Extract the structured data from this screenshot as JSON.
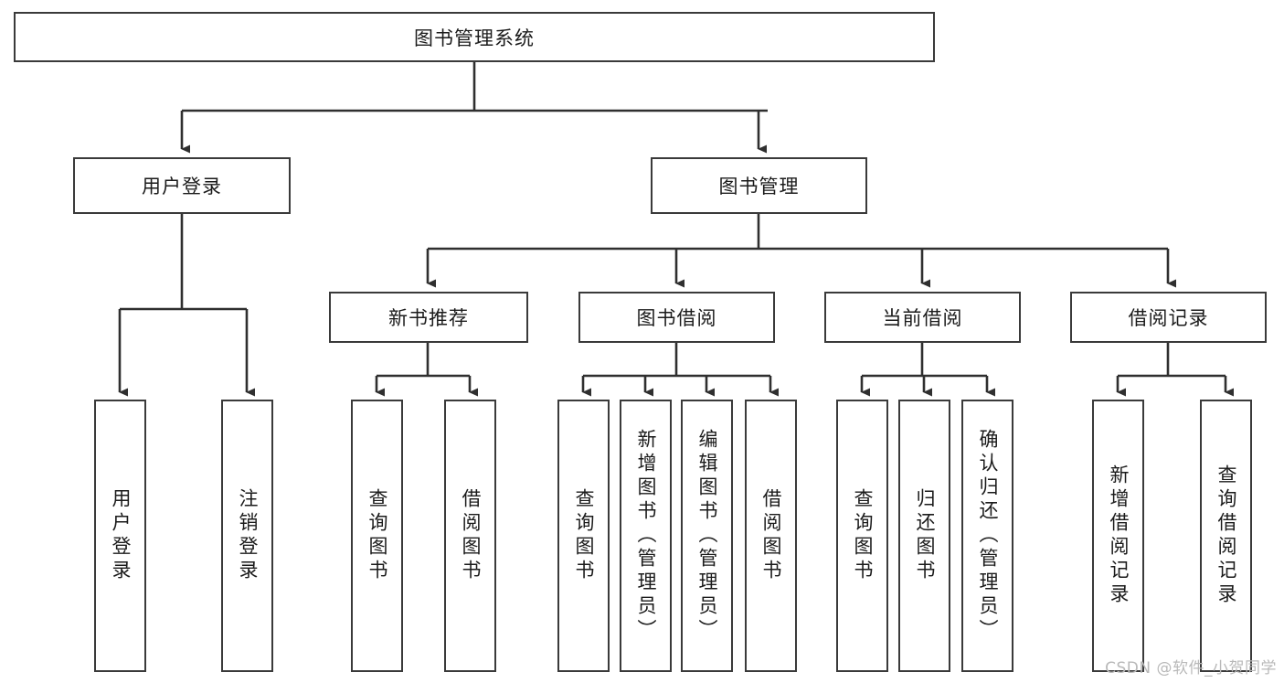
{
  "diagram": {
    "title": "图书管理系统",
    "type": "hierarchy-tree",
    "root": {
      "label": "图书管理系统"
    },
    "level2": [
      {
        "label": "用户登录"
      },
      {
        "label": "图书管理"
      }
    ],
    "level3": [
      {
        "label": "新书推荐",
        "parent": "图书管理"
      },
      {
        "label": "图书借阅",
        "parent": "图书管理"
      },
      {
        "label": "当前借阅",
        "parent": "图书管理"
      },
      {
        "label": "借阅记录",
        "parent": "图书管理"
      }
    ],
    "leaves": {
      "user_login": [
        {
          "label": "用户登录"
        },
        {
          "label": "注销登录"
        }
      ],
      "new_book_recommend": [
        {
          "label": "查询图书"
        },
        {
          "label": "借阅图书"
        }
      ],
      "book_borrow": [
        {
          "label": "查询图书"
        },
        {
          "label": "新增图书（管理员）"
        },
        {
          "label": "编辑图书（管理员）"
        },
        {
          "label": "借阅图书"
        }
      ],
      "current_borrow": [
        {
          "label": "查询图书"
        },
        {
          "label": "归还图书"
        },
        {
          "label": "确认归还（管理员）"
        }
      ],
      "borrow_record": [
        {
          "label": "新增借阅记录"
        },
        {
          "label": "查询借阅记录"
        }
      ]
    }
  },
  "watermark": {
    "text": "CSDN @软件_小贺同学"
  },
  "colors": {
    "stroke": "#3a3a3a",
    "text": "#1b1b1b",
    "background": "#ffffff",
    "watermark": "#b9b9b9"
  }
}
